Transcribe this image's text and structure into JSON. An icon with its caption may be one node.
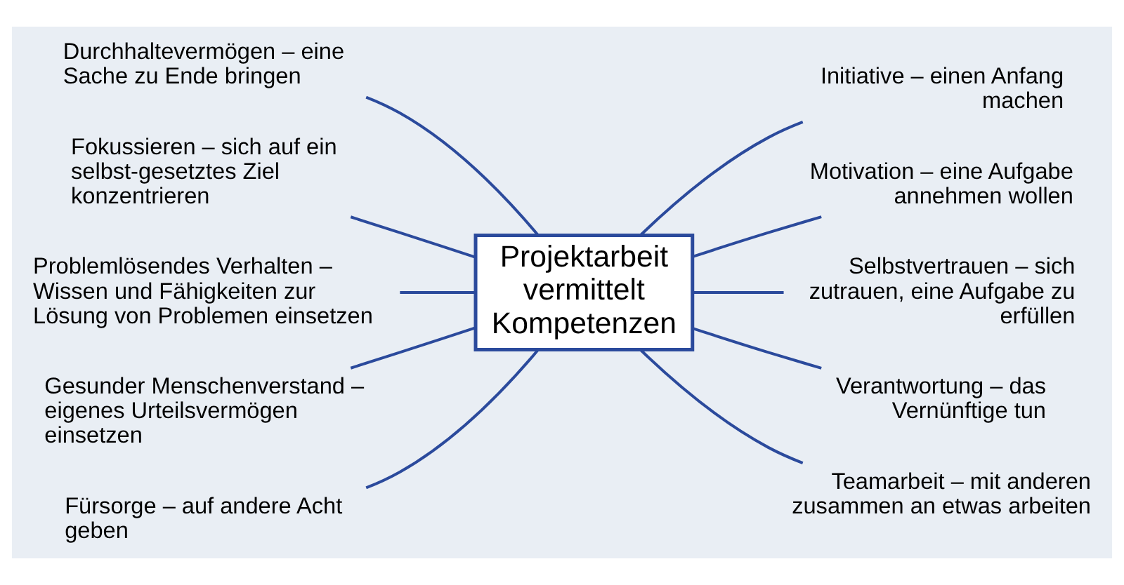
{
  "diagram": {
    "nodes": [
      {
        "text": [
          "Projektarbeit vermittelt Kompetenzen"
        ]
      },
      {
        "text": [
          "Durchhaltevermögen – eine Sache zu Ende bringen"
        ]
      },
      {
        "text": [
          "Fokussieren – sich auf ein selbst-gesetztes Ziel konzentrieren"
        ]
      },
      {
        "text": [
          "Problemlösendes Verhalten – Wissen und Fähigkeiten zur Lösung von Problemen einsetzen"
        ]
      },
      {
        "text": [
          "Gesunder Menschenverstand – eigenes Urteilsvermögen einsetzen"
        ]
      },
      {
        "text": [
          "Fürsorge – auf andere Acht geben"
        ]
      },
      {
        "text": [
          "Initiative – einen Anfang machen"
        ]
      },
      {
        "text": [
          "Motivation – eine Aufgabe annehmen wollen"
        ]
      },
      {
        "text": [
          "Selbstvertrauen – sich zutrauen, eine Aufgabe zu erfüllen"
        ]
      },
      {
        "text": [
          "Verantwortung – das Vernünftige tun"
        ]
      },
      {
        "text": [
          "Teamarbeit – mit anderen zusammen an etwas arbeiten"
        ]
      }
    ],
    "edges": [
      {
        "from": 0,
        "to": 1,
        "arrow": "none"
      },
      {
        "from": 0,
        "to": 2,
        "arrow": "none"
      },
      {
        "from": 0,
        "to": 3,
        "arrow": "none"
      },
      {
        "from": 0,
        "to": 4,
        "arrow": "none"
      },
      {
        "from": 0,
        "to": 5,
        "arrow": "none"
      },
      {
        "from": 0,
        "to": 6,
        "arrow": "none"
      },
      {
        "from": 0,
        "to": 7,
        "arrow": "none"
      },
      {
        "from": 0,
        "to": 8,
        "arrow": "none"
      },
      {
        "from": 0,
        "to": 9,
        "arrow": "none"
      },
      {
        "from": 0,
        "to": 10,
        "arrow": "none"
      }
    ]
  }
}
